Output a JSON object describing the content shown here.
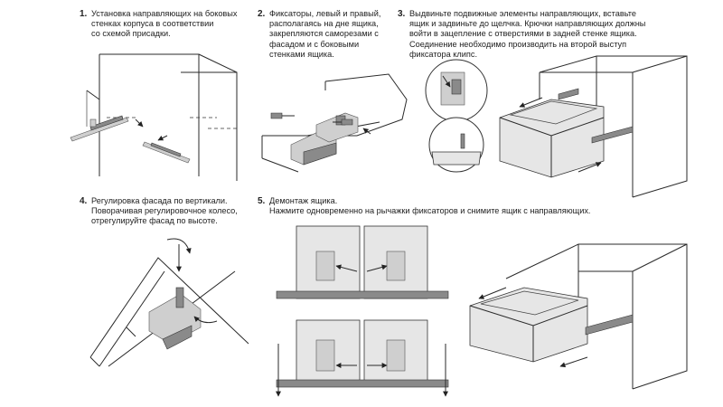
{
  "steps": [
    {
      "number": "1.",
      "text": "Установка направляющих на боковых\nстенках корпуса в соответствии\nсо схемой присадки."
    },
    {
      "number": "2.",
      "text": "Фиксаторы, левый и правый,\nрасполагаясь на дне ящика,\nзакрепляются саморезами с\nфасадом и с боковыми\nстенками ящика."
    },
    {
      "number": "3.",
      "text": "Выдвиньте подвижные элементы направляющих, вставьте\nящик и задвиньте до щелчка. Крючки направляющих должны\nвойти в зацепление с отверстиями в задней стенке ящика.\nСоединение необходимо производить на второй выступ\nфиксатора клипс."
    },
    {
      "number": "4.",
      "text": "Регулировка фасада по вертикали.\nПоворачивая регулировочное колесо,\nотрегулируйте фасад по высоте."
    },
    {
      "number": "5.",
      "text": "Демонтаж ящика.\nНажмите одновременно на рычажки фиксаторов и снимите ящик с направляющих."
    }
  ],
  "icons": {
    "cabinet": "cabinet-with-rails-illustration",
    "fixator": "drawer-fixator-illustration",
    "insert": "drawer-insert-illustration",
    "adjust": "facade-adjust-illustration",
    "removal": "drawer-removal-illustration"
  }
}
